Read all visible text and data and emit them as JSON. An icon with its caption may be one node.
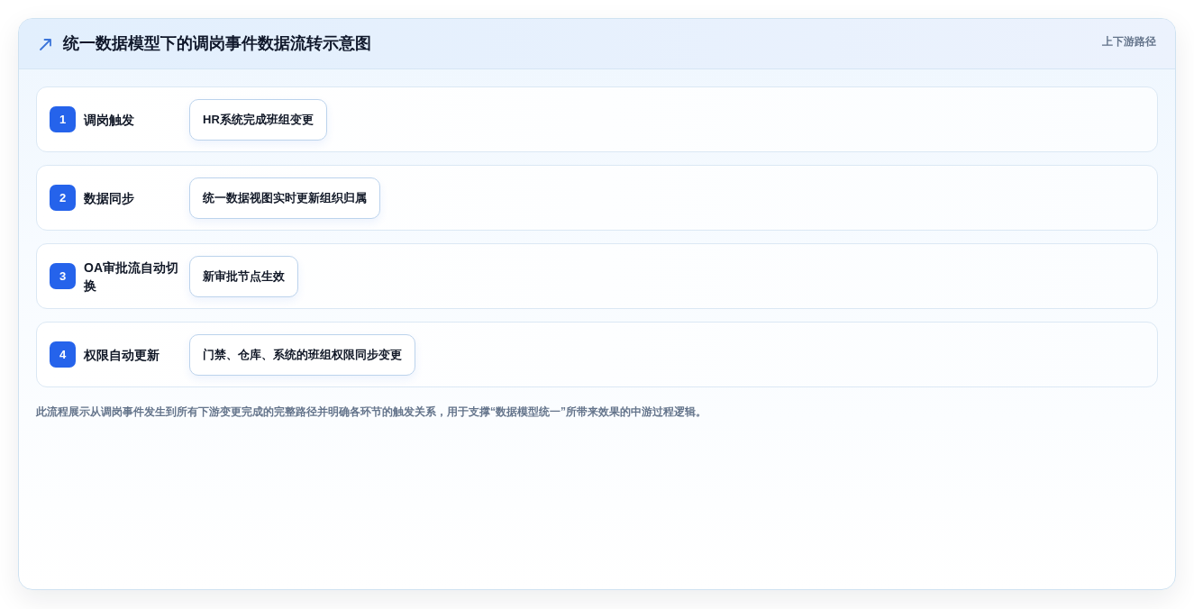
{
  "diagram": {
    "title": "统一数据模型下的调岗事件数据流转示意图",
    "nodes": [
      {
        "text": [
          "调岗触发"
        ]
      },
      {
        "text": [
          "1"
        ],
        "in": 0
      },
      {
        "text": [
          "HR系统完成班组变更"
        ],
        "in": 0
      },
      {
        "text": [
          "数据同步"
        ]
      },
      {
        "text": [
          "2"
        ],
        "in": 3
      },
      {
        "text": [
          "统一数据视图实时更新组织归属"
        ],
        "in": 3
      },
      {
        "text": [
          "OA审批流自动切换"
        ]
      },
      {
        "text": [
          "3"
        ],
        "in": 6
      },
      {
        "text": [
          "新审批节点生效"
        ],
        "in": 6
      },
      {
        "text": [
          "权限自动更新"
        ]
      },
      {
        "text": [
          "4"
        ],
        "in": 9
      },
      {
        "text": [
          "门禁、仓库、系统的班组权限同步变更"
        ],
        "in": 9
      }
    ],
    "labels": [
      "上下游路径"
    ],
    "caption": "此流程展示从调岗事件发生到所有下游变更完成的完整路径并明确各环节的触发关系，用于支撑“数据模型统一”所带来效果的中游过程逻辑。"
  }
}
